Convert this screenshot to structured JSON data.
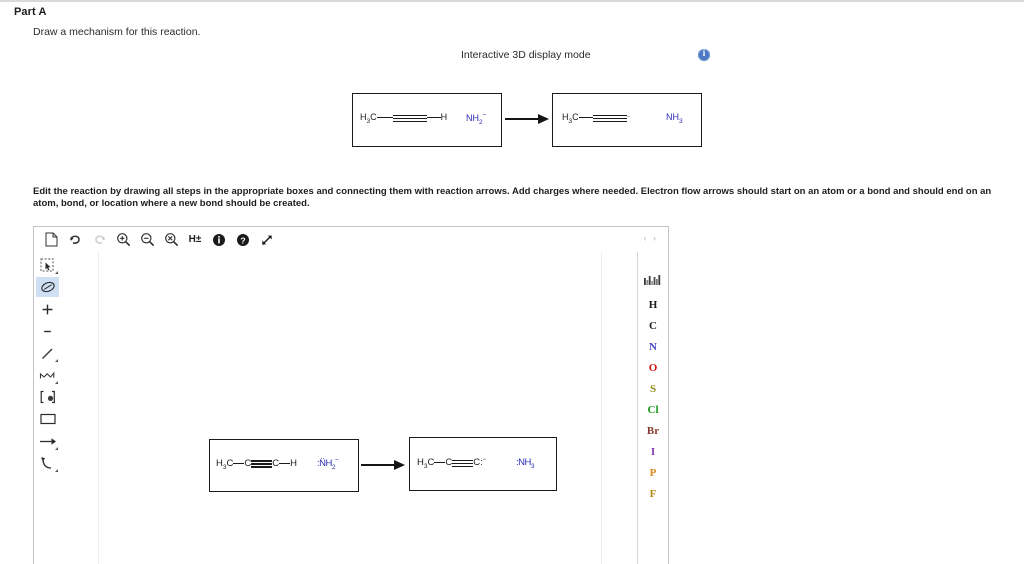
{
  "header": {
    "part_label": "Part A",
    "prompt": "Draw a mechanism for this reaction."
  },
  "display_mode": {
    "label": "Interactive 3D display mode",
    "info_icon": "info-icon"
  },
  "reaction_display": {
    "reactant_box": {
      "molecule_label": "H3C—C≡C—H",
      "molecule_parts": {
        "left": "H",
        "left_sub": "3",
        "left_c": "C",
        "right": "H"
      },
      "reagent": "NH2",
      "reagent_sub": "2",
      "reagent_color": "#2b2bb5"
    },
    "product_box": {
      "molecule_parts": {
        "left": "H",
        "left_sub": "3",
        "left_c": "C",
        "right": ""
      },
      "reagent": "NH3",
      "reagent_sub": "3",
      "reagent_color": "#2b2bb5"
    },
    "arrow": "reaction-arrow"
  },
  "instructions": {
    "text": "Edit the reaction by drawing all steps in the appropriate boxes and connecting them with reaction arrows. Add charges where needed. Electron flow arrows should start on an atom or a bond and should end on an atom, bond, or location where a new bond should be created."
  },
  "editor": {
    "toolbar": [
      {
        "name": "new-document-icon",
        "glyph": "new",
        "disabled": false
      },
      {
        "name": "undo-icon",
        "glyph": "undo",
        "disabled": false
      },
      {
        "name": "redo-icon",
        "glyph": "redo",
        "disabled": true
      },
      {
        "name": "zoom-in-icon",
        "glyph": "zoom-in",
        "disabled": false
      },
      {
        "name": "zoom-out-icon",
        "glyph": "zoom-out",
        "disabled": false
      },
      {
        "name": "zoom-reset-icon",
        "glyph": "zoom-reset",
        "disabled": false
      },
      {
        "name": "hydrogen-toggle-button",
        "glyph": "H±",
        "disabled": false
      },
      {
        "name": "info-icon",
        "glyph": "info",
        "disabled": false
      },
      {
        "name": "help-icon",
        "glyph": "help",
        "disabled": false
      },
      {
        "name": "fullscreen-icon",
        "glyph": "expand",
        "disabled": false
      }
    ],
    "nav_chevrons": "‹ ›",
    "left_tools": [
      {
        "name": "select-tool",
        "selected": false
      },
      {
        "name": "eraser-tool",
        "selected": true
      },
      {
        "name": "increase-charge-tool",
        "selected": false
      },
      {
        "name": "decrease-charge-tool",
        "selected": false
      },
      {
        "name": "single-bond-tool",
        "selected": false
      },
      {
        "name": "chain-tool",
        "selected": false
      },
      {
        "name": "bracket-tool",
        "selected": false
      },
      {
        "name": "rectangle-box-tool",
        "selected": false
      },
      {
        "name": "reaction-arrow-tool",
        "selected": false
      },
      {
        "name": "curved-arrow-tool",
        "selected": false
      }
    ],
    "element_palette": {
      "periodic_table_icon": "periodic-table-icon",
      "elements": [
        {
          "symbol": "H",
          "color": "#1b1b1b"
        },
        {
          "symbol": "C",
          "color": "#1b1b1b"
        },
        {
          "symbol": "N",
          "color": "#4646c8"
        },
        {
          "symbol": "O",
          "color": "#d21515"
        },
        {
          "symbol": "S",
          "color": "#8a8a16"
        },
        {
          "symbol": "Cl",
          "color": "#1a9b1a"
        },
        {
          "symbol": "Br",
          "color": "#8a3a2a"
        },
        {
          "symbol": "I",
          "color": "#8a3ab0"
        },
        {
          "symbol": "P",
          "color": "#d68a19"
        },
        {
          "symbol": "F",
          "color": "#b08a12"
        }
      ]
    },
    "canvas": {
      "step1_box": {
        "molecule": "H3C—C≡C—H",
        "fragment_c1": "H",
        "fragment_c1_sub": "3",
        "fragment_c1_tail": "C",
        "fragment_c2": "C",
        "fragment_c3": "C",
        "fragment_h": "H",
        "reagent": "NH2",
        "reagent_sub": "2",
        "reagent_lone_pairs": ":",
        "reagent_color": "#2b2bb5"
      },
      "step2_box": {
        "fragment_c1": "H",
        "fragment_c1_sub": "3",
        "fragment_c1_tail": "C",
        "fragment_c2": "C",
        "fragment_c3": "C",
        "fragment_lone_pair": ":",
        "reagent": "NH3",
        "reagent_sub": "3",
        "reagent_lone_pairs": ":",
        "reagent_color": "#2b2bb5"
      },
      "arrow": "reaction-arrow"
    }
  }
}
